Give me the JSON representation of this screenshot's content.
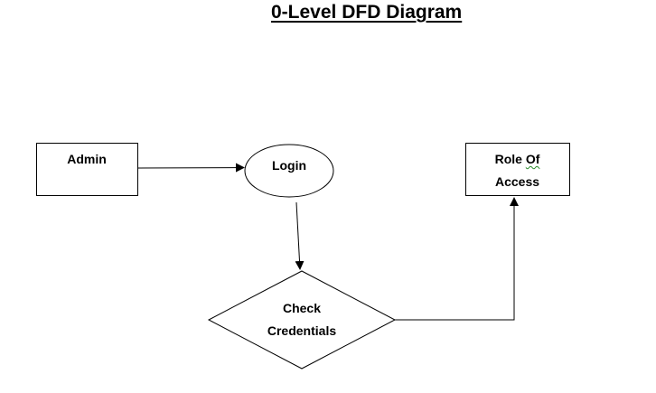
{
  "title": "0-Level DFD Diagram",
  "nodes": {
    "admin": {
      "label": "Admin",
      "shape": "rectangle"
    },
    "login": {
      "label": "Login",
      "shape": "ellipse"
    },
    "check": {
      "line1": "Check",
      "line2": "Credentials",
      "shape": "diamond"
    },
    "role": {
      "line1_a": "Role",
      "line1_b": "Of",
      "line2": "Access",
      "shape": "rectangle"
    }
  },
  "colors": {
    "stroke": "#000000",
    "background": "#ffffff",
    "spellcheck_underline": "#2a8a2a"
  }
}
